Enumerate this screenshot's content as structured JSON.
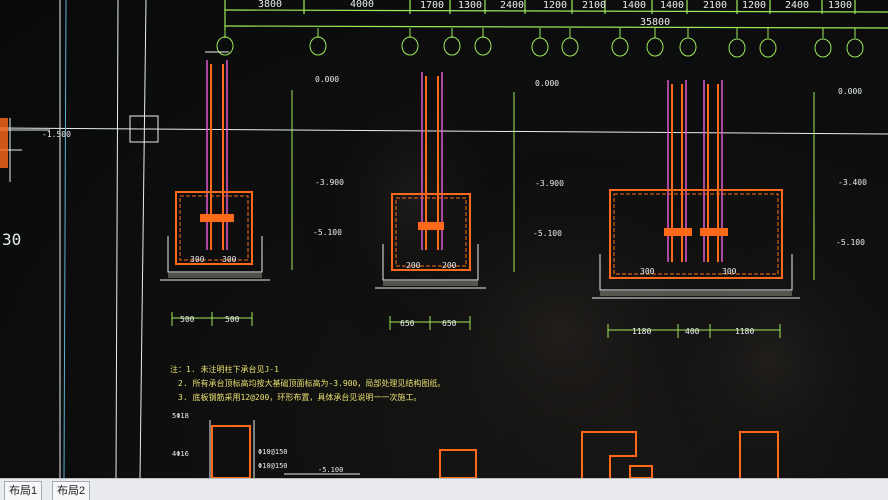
{
  "dims_top": [
    "3800",
    "4000",
    "1700",
    "1300",
    "2400",
    "1200",
    "2100",
    "1400",
    "1400",
    "2100",
    "1200",
    "2400",
    "1300"
  ],
  "total_dim": "35800",
  "elev_labels": [
    "0.000",
    "0.000",
    "0.000",
    "-3.900",
    "-3.900",
    "-3.400",
    "-5.100",
    "-5.100",
    "-5.100",
    "-1.500"
  ],
  "left_fragment": "30",
  "bottom_dims": [
    "500",
    "500",
    "650",
    "650",
    "1180",
    "400",
    "1180"
  ],
  "inner_dims": [
    "300",
    "300",
    "200",
    "200",
    "300",
    "300"
  ],
  "notes": {
    "n0": "注：1. 未注明柱下承台见J-1",
    "n1": "2. 所有承台顶标高均按大基础顶面标高为-3.900，局部处理见结构图纸。",
    "n2": "3. 底板钢筋采用12@200，环形布置，具体承台见说明一一次施工。"
  },
  "bottom_labels": [
    "5Φ18",
    "4Φ16",
    "Φ10@150",
    "Φ10@150",
    "-5.100"
  ],
  "tabs": [
    "布局1",
    "布局2"
  ],
  "colors": {
    "cad_bg": "#0b0d0c",
    "green": "#9ee85a",
    "orange": "#ff6a1a",
    "white": "#e8ecef",
    "magenta": "#e05ad0",
    "yellow": "#e8e070",
    "cyan": "#7fe0f0"
  }
}
